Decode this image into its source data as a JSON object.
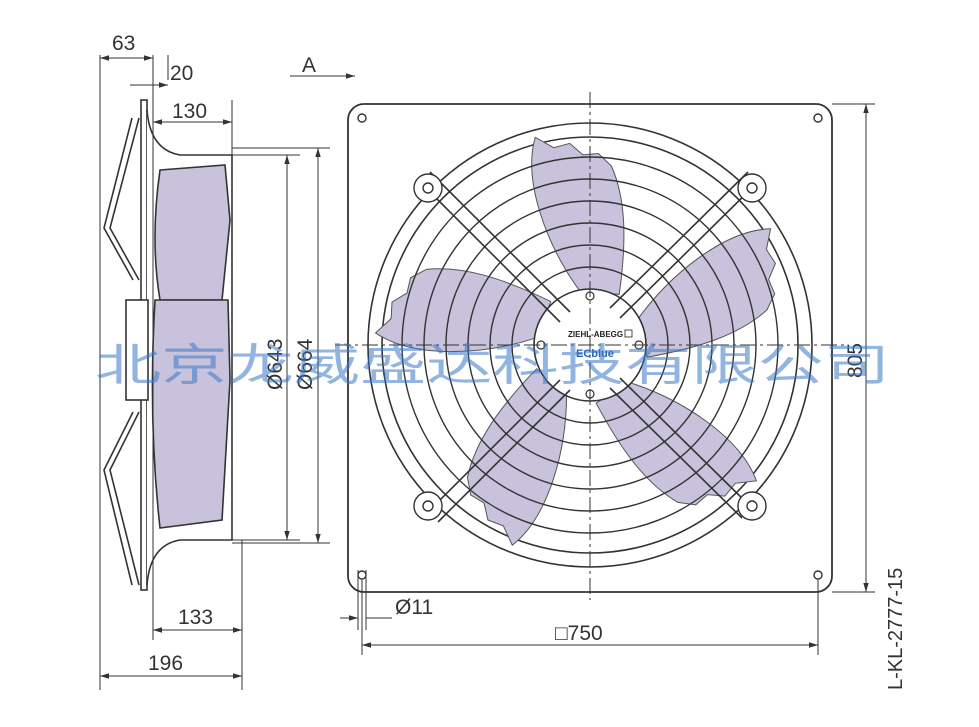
{
  "dimensions": {
    "d63": "63",
    "d20": "20",
    "d130": "130",
    "view_a": "A",
    "d643": "Ø643",
    "d664": "Ø664",
    "d805": "805",
    "d133": "133",
    "d196": "196",
    "d11": "Ø11",
    "d750": "□750"
  },
  "logo": {
    "brand": "ZIEHL-ABEGG",
    "series": "ECblue"
  },
  "drawing_code": "L-KL-2777-15",
  "watermark": "北京龙威盛达科技有限公司",
  "colors": {
    "line": "#333333",
    "blade": "#c8c2dc",
    "watermark": "#3a78c8"
  },
  "fan": {
    "blade_count": 5
  }
}
